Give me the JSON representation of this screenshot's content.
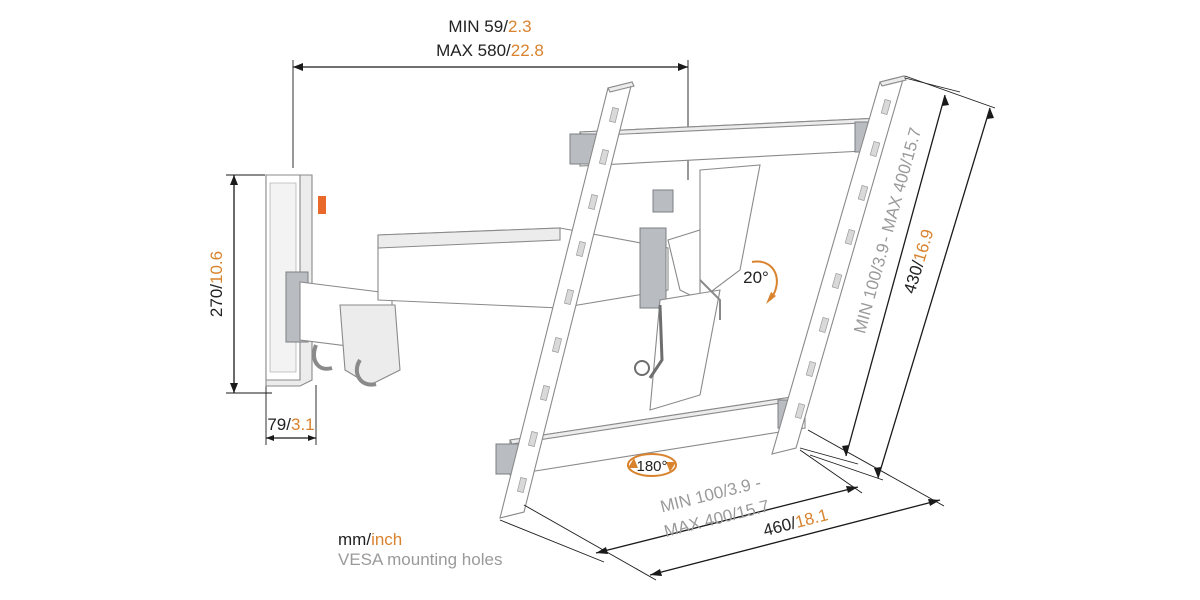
{
  "colors": {
    "text": "#222222",
    "accent_orange": "#d9832f",
    "secondary_grey": "#9a9a9a",
    "bracket_white": "#ffffff",
    "metal_grey": "#b9bcc0"
  },
  "dimensions": {
    "arm_extension": {
      "min_prefix": "MIN 59",
      "min_inch": "2.3",
      "max_prefix": "MAX 580",
      "max_inch": "22.8"
    },
    "wall_plate_height": {
      "mm": "270",
      "inch": "10.6"
    },
    "wall_plate_depth": {
      "mm": "79",
      "inch": "3.1"
    },
    "vesa_horizontal": {
      "min_mm": "MIN 100",
      "min_inch": "3.9 -",
      "max_mm": "MAX 400",
      "max_inch": "15.7"
    },
    "vesa_vertical": {
      "range_mm_start": "MIN 100",
      "range_inch_start": "3.9",
      "range_mm_end": "- MAX 400",
      "range_inch_end": "15.7"
    },
    "plate_height": {
      "mm": "430",
      "inch": "16.9"
    },
    "plate_width": {
      "mm": "460",
      "inch": "18.1"
    }
  },
  "rotation": {
    "tilt": "20°",
    "swivel": "180°"
  },
  "legend": {
    "unit_mm": "mm",
    "unit_inch": "inch",
    "vesa_note": "VESA mounting holes"
  },
  "icons": [
    "tilt-arrow-icon",
    "swivel-arrow-icon",
    "lock-tab-icon"
  ]
}
